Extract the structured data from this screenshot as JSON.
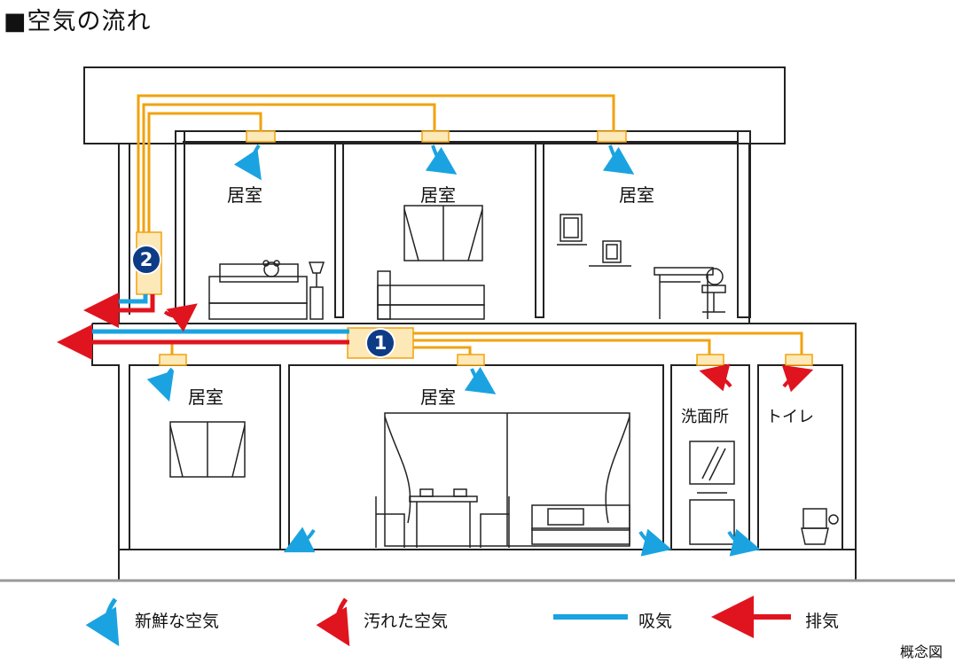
{
  "title": "■空気の流れ",
  "rooms": {
    "upper_left": "居室",
    "upper_middle": "居室",
    "upper_right": "居室",
    "lower_left": "居室",
    "lower_living": "居室",
    "washroom": "洗面所",
    "toilet": "トイレ"
  },
  "units": {
    "unit1": "1",
    "unit2": "2"
  },
  "legend": {
    "fresh_air": "新鮮な空気",
    "dirty_air": "汚れた空気",
    "intake": "吸気",
    "exhaust": "排気"
  },
  "footnote": "概念図",
  "colors": {
    "duct": "#f2a20c",
    "fresh": "#1aa3e0",
    "exhaust": "#e0141e",
    "unit": "#0d3b86",
    "wall": "#222222"
  }
}
